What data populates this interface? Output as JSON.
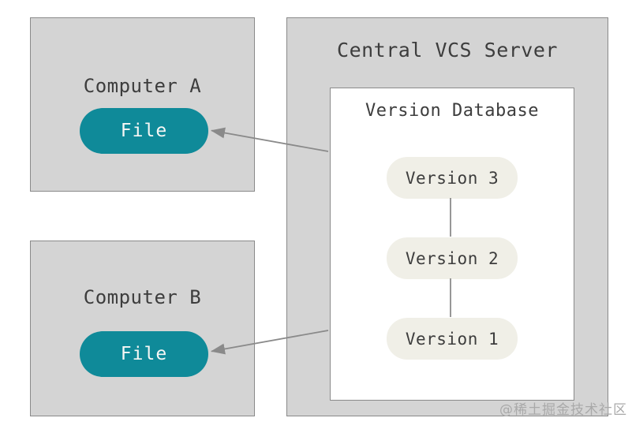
{
  "diagram": {
    "title_context": "Centralized version control diagram",
    "computer_a": {
      "title": "Computer A",
      "file_label": "File"
    },
    "computer_b": {
      "title": "Computer B",
      "file_label": "File"
    },
    "server": {
      "title": "Central VCS Server",
      "database": {
        "title": "Version Database",
        "versions": [
          "Version 3",
          "Version 2",
          "Version 1"
        ]
      }
    },
    "watermark": "@稀土掘金技术社区",
    "colors": {
      "box_fill": "#d4d4d4",
      "box_border": "#8a8a8a",
      "file_pill": "#0f8a99",
      "file_text": "#f7f7f5",
      "version_pill": "#f0efe7",
      "text": "#3d3d3d",
      "arrow": "#8a8a8a",
      "watermark": "#a9a9a9"
    }
  }
}
